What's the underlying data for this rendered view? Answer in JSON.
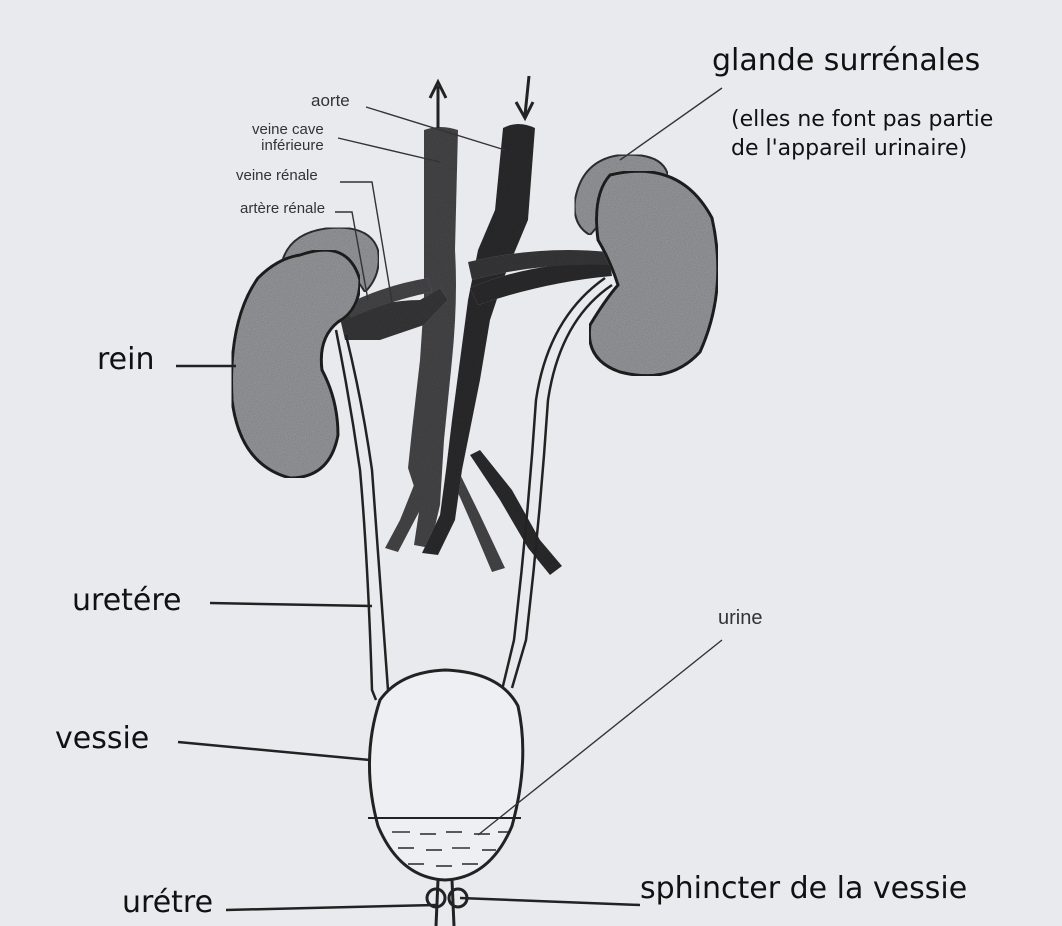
{
  "labels": {
    "aorte": "aorte",
    "veine_cave": [
      "veine cave",
      "inférieure"
    ],
    "veine_renale": "veine rénale",
    "artere_renale": "artère rénale",
    "glande_surrenales": "glande surrénales",
    "glande_note": [
      "(elles ne font pas partie",
      "de l'appareil urinaire)"
    ],
    "rein": "rein",
    "uretere": "uretére",
    "urine": "urine",
    "vessie": "vessie",
    "uretre": "urétre",
    "sphincter": "sphincter de la vessie"
  },
  "colors": {
    "background": "#e9eaee",
    "vessel": "#3a3a3c",
    "vessel_dark": "#262628",
    "kidney": "#9e9fa3",
    "line": "#222222"
  }
}
